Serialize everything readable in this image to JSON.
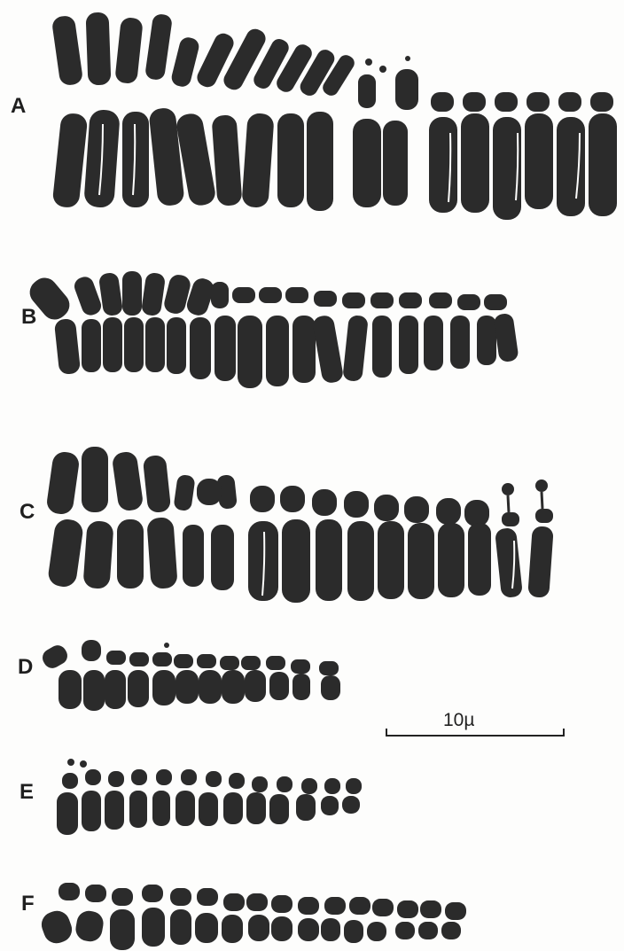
{
  "figure": {
    "panel_labels": {
      "A": "A",
      "B": "B",
      "C": "C",
      "D": "D",
      "E": "E",
      "F": "F"
    },
    "scale_bar": {
      "label": "10µ"
    }
  },
  "colors": {
    "chromosome": "#2b2b2b",
    "background": "#fdfdfc",
    "text": "#1f1f1f"
  }
}
